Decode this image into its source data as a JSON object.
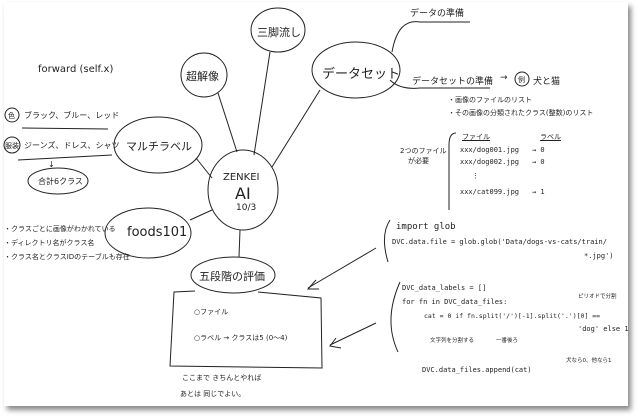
{
  "center": {
    "line1": "ZENKEI",
    "line2": "AI",
    "line3": "10/3"
  },
  "nodes": {
    "sankyaku": "三脚流し",
    "chokaizo": "超解像",
    "dataset": "データセット",
    "multilabel": "マルチラベル",
    "foods": "foods101",
    "gosdankai": "五段階の評価"
  },
  "forward": "forward (self.x)",
  "multilabel_notes": {
    "color_badge": "色",
    "color_items": "ブラック、ブルー、レッド",
    "clothes_badge": "服装",
    "clothes_items": "ジーンズ、ドレス、シャツ",
    "arrow": "↓",
    "total": "合計6クラス"
  },
  "foods_notes": [
    "・クラスごとに画像がわかれている",
    "・ディレクトリ名がクラス名",
    "・クラス名とクラスIDのテーブルも存在"
  ],
  "dataset_notes": {
    "prep_data": "データの準備",
    "prep_dataset": "データセットの準備",
    "arrow": "→",
    "example_badge": "例",
    "example": "犬と猫",
    "bullets": [
      "・画像のファイルのリスト",
      "・その画像の分類されたクラス(整数)のリスト"
    ],
    "two_lists_1": "2つのファイル",
    "two_lists_2": "が必要",
    "table": {
      "col_file": "ファイル",
      "col_label": "ラベル",
      "rows": [
        {
          "file": "xxx/dog001.jpg",
          "label": "→ 0"
        },
        {
          "file": "xxx/dog002.jpg",
          "label": "→ 0"
        },
        {
          "file": "⋮",
          "label": ""
        },
        {
          "file": "xxx/cat099.jpg",
          "label": "→ 1"
        }
      ]
    }
  },
  "code1": {
    "line1": "import glob",
    "line2": "DVC.data.file = glob.glob('Data/dogs-vs-cats/train/",
    "line3": "*.jpg')"
  },
  "code2": {
    "line1": "DVC_data_labels = []",
    "line2": "for fn in DVC_data_files:",
    "line3": "cat = 0 if fn.split('/')[-1].split('.')[0] ==",
    "line4": "'dog' else 1",
    "note_a": "文字列を分割する",
    "note_b": "一番後ろ",
    "note_c": "ピリオドで分割",
    "note_d": "犬なら0、他なら1",
    "line5": "DVC.data_files.append(cat)"
  },
  "box": {
    "item1": "○ファイル",
    "item2": "○ラベル → クラスは5 (0〜4)",
    "footer1": "ここまで きちんとやれば",
    "footer2": "あとは 同じでよい。"
  }
}
